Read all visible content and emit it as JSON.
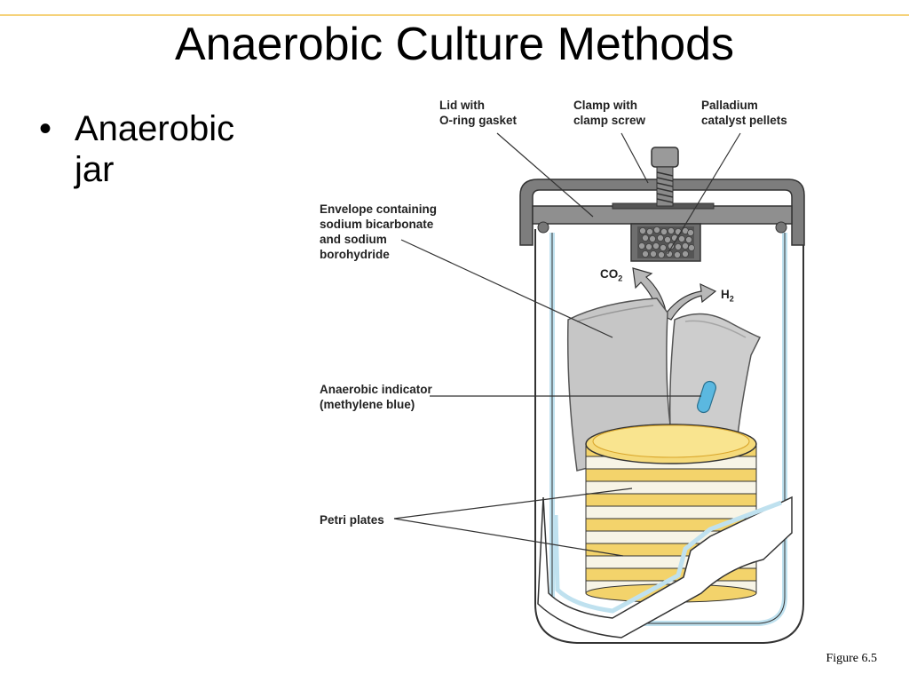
{
  "slide": {
    "title": "Anaerobic Culture Methods",
    "bullet": "Anaerobic jar",
    "bullet_marker": "•",
    "figure_caption": "Figure 6.5"
  },
  "diagram": {
    "labels": {
      "lid": "Lid with\nO-ring gasket",
      "clamp": "Clamp with\nclamp screw",
      "palladium": "Palladium\ncatalyst pellets",
      "envelope": "Envelope containing\nsodium bicarbonate\nand sodium\nborohydride",
      "indicator": "Anaerobic indicator\n(methylene blue)",
      "petri": "Petri plates",
      "co2": "CO",
      "co2_sub": "2",
      "h2": "H",
      "h2_sub": "2"
    },
    "colors": {
      "plate_yellow": "#f3d36b",
      "plate_rim": "#d9a52a",
      "jar_glass": "#d8eef6",
      "envelope_gray": "#c9c9c9",
      "lid_gray": "#8a8a8a",
      "indicator_blue": "#5bb8e0",
      "top_rule": "#f5d27a"
    }
  }
}
